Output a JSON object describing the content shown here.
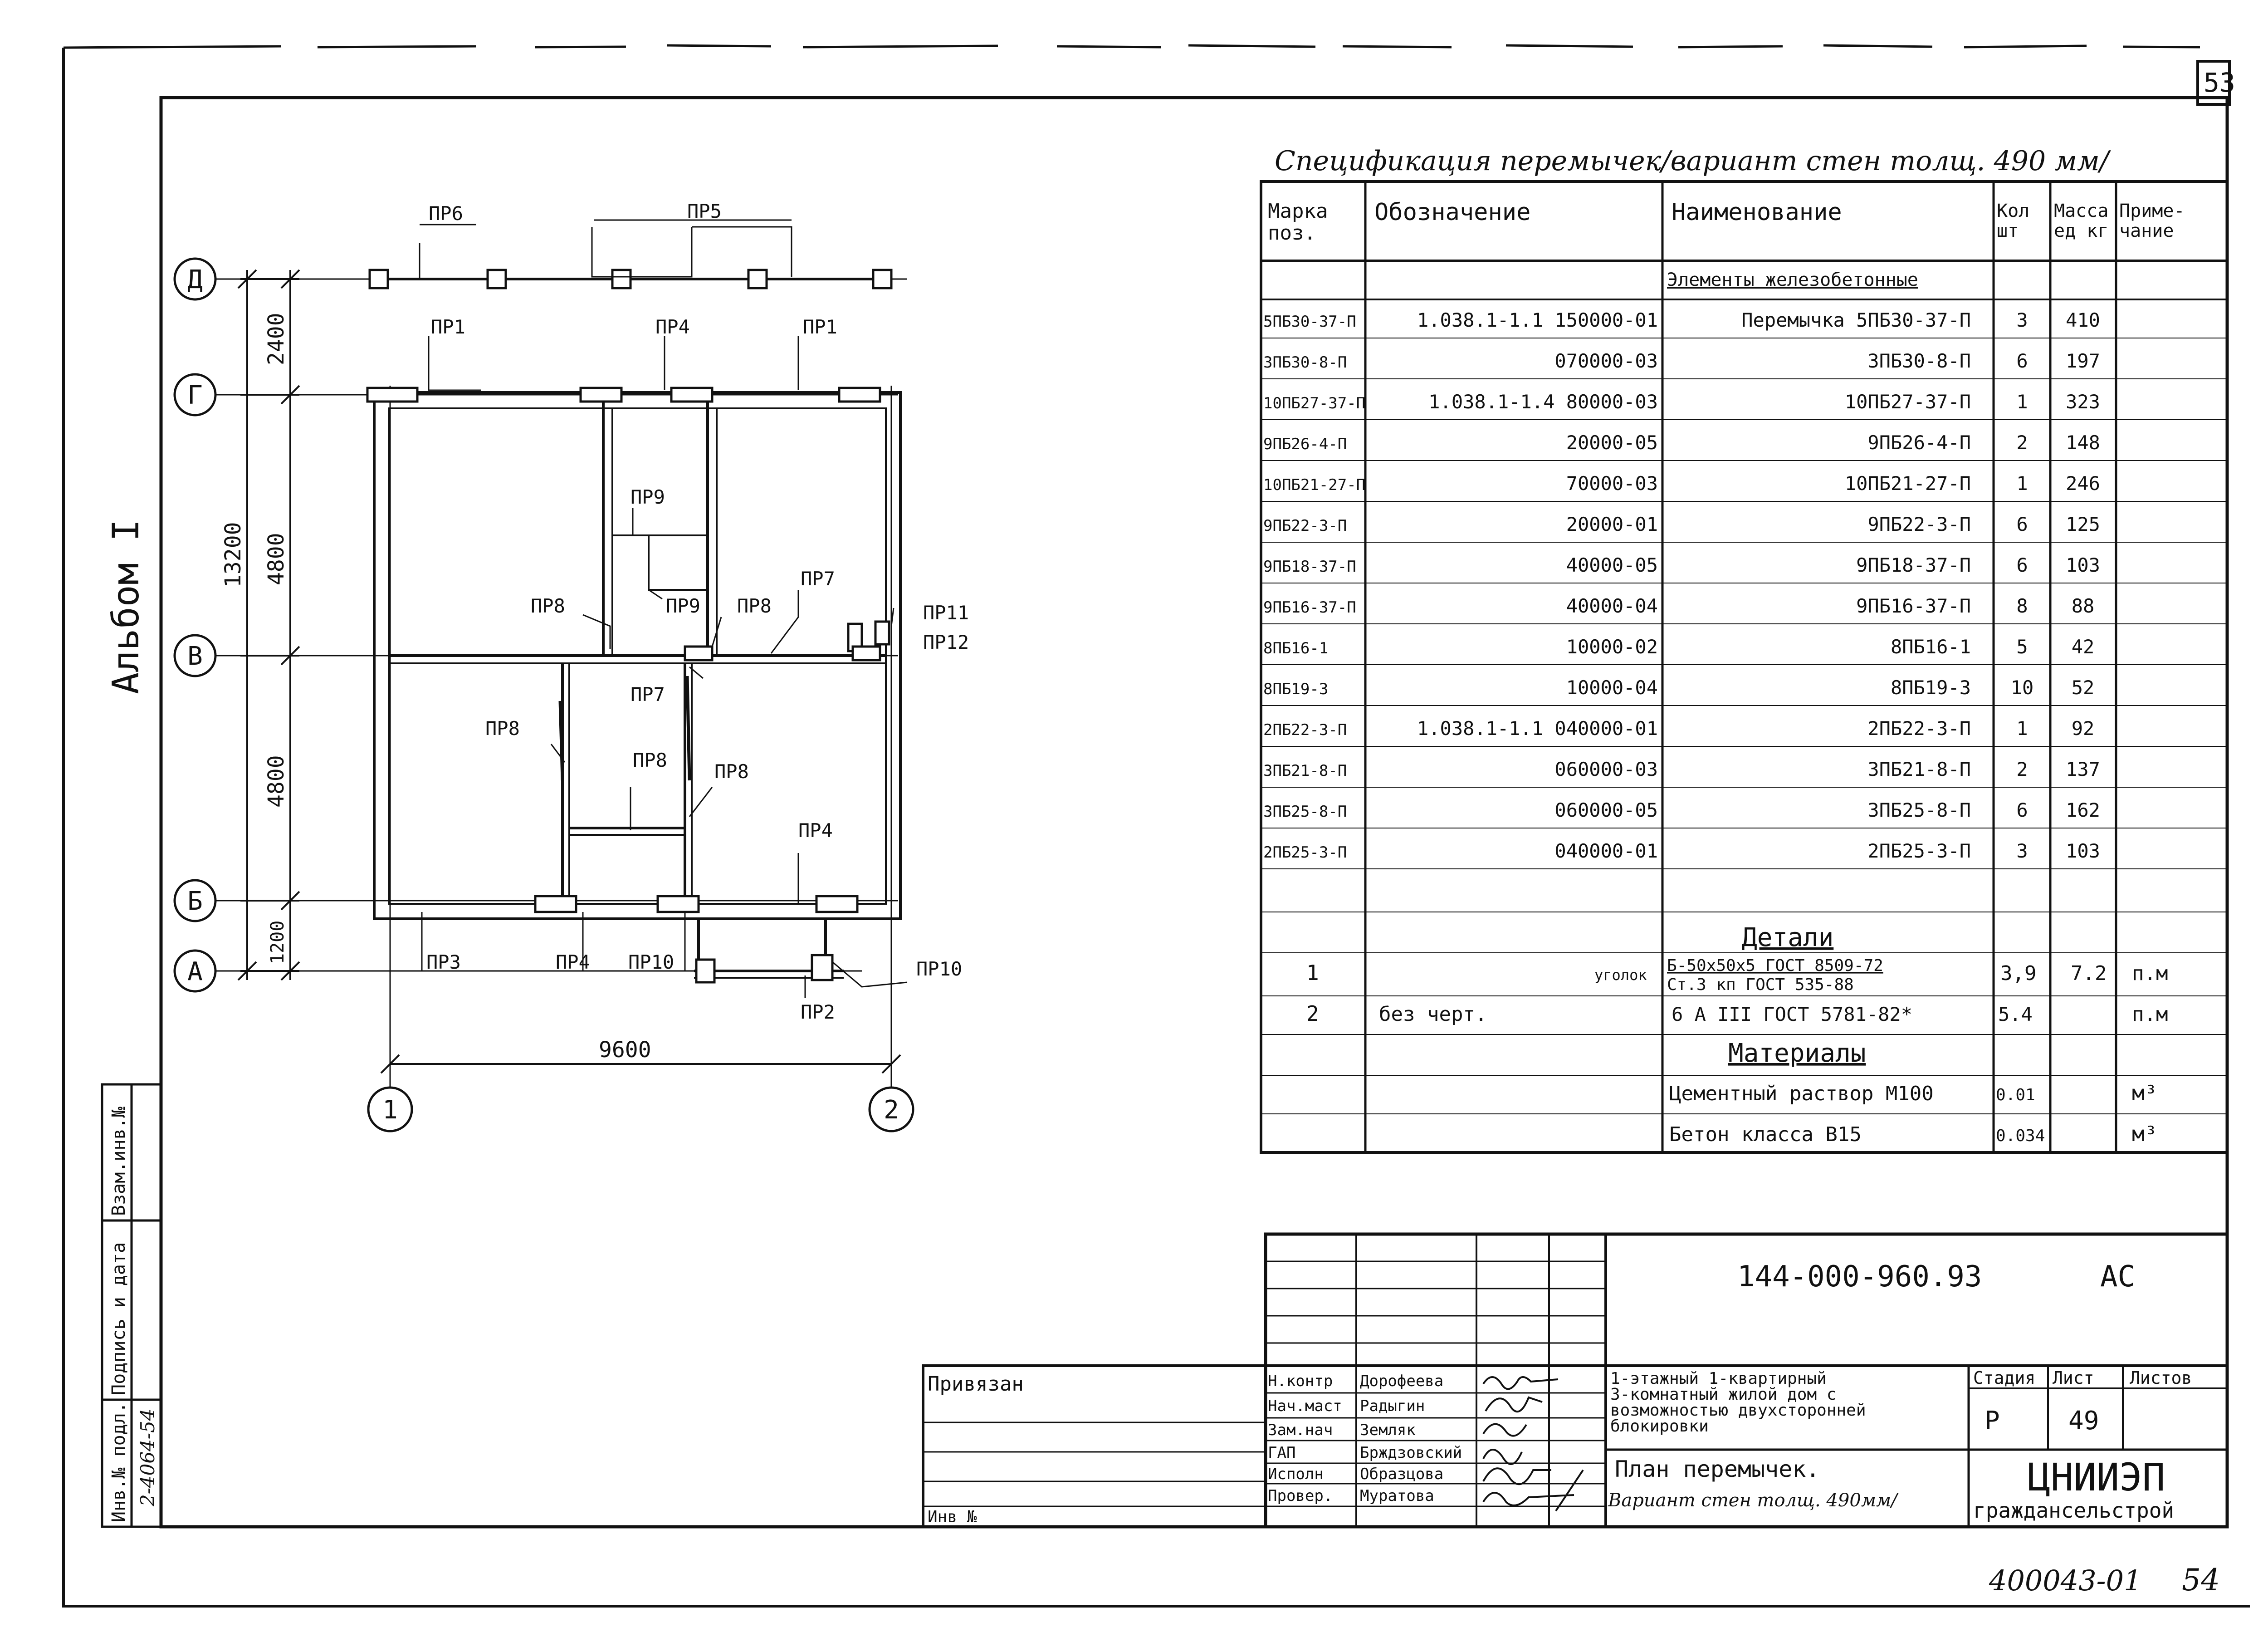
{
  "sheet": {
    "page_corner": "53",
    "album": "Альбом I",
    "bottom_stamp": "400043-01",
    "bottom_page": "54"
  },
  "plan": {
    "axes_letters": [
      "Д",
      "Г",
      "В",
      "Б",
      "А"
    ],
    "axes_numbers": [
      "1",
      "2"
    ],
    "dims_vertical": [
      "2400",
      "13200",
      "4800",
      "4800",
      "1200"
    ],
    "dim_horizontal": "9600",
    "labels": {
      "pr1a": "ПР1",
      "pr1b": "ПР1",
      "pr2": "ПР2",
      "pr3": "ПР3",
      "pr4a": "ПР4",
      "pr4b": "ПР4",
      "pr4c": "ПР4",
      "pr5": "ПР5",
      "pr6": "ПР6",
      "pr7a": "ПР7",
      "pr7b": "ПР7",
      "pr8a": "ПР8",
      "pr8b": "ПР8",
      "pr8c": "ПР8",
      "pr8d": "ПР8",
      "pr8e": "ПР8",
      "pr9a": "ПР9",
      "pr9b": "ПР9",
      "pr10a": "ПР10",
      "pr10b": "ПР10",
      "pr11": "ПР11",
      "pr12": "ПР12"
    }
  },
  "spec": {
    "title": "Спецификация перемычек/вариант стен толщ. 490 мм/",
    "headers": [
      "Марка поз.",
      "Обозначение",
      "Наименование",
      "Кол шт",
      "Масса ед кг",
      "Приме- чание"
    ],
    "section_elements": "Элементы железобетонные",
    "rows": [
      {
        "mark": "5ПБ30-37-П",
        "desig": "1.038.1-1.1 150000-01",
        "name": "Перемычка 5ПБ30-37-П",
        "qty": "3",
        "mass": "410",
        "note": ""
      },
      {
        "mark": "3ПБ30-8-П",
        "desig": "070000-03",
        "name": "3ПБ30-8-П",
        "qty": "6",
        "mass": "197",
        "note": ""
      },
      {
        "mark": "10ПБ27-37-П",
        "desig": "1.038.1-1.4 80000-03",
        "name": "10ПБ27-37-П",
        "qty": "1",
        "mass": "323",
        "note": ""
      },
      {
        "mark": "9ПБ26-4-П",
        "desig": "20000-05",
        "name": "9ПБ26-4-П",
        "qty": "2",
        "mass": "148",
        "note": ""
      },
      {
        "mark": "10ПБ21-27-П",
        "desig": "70000-03",
        "name": "10ПБ21-27-П",
        "qty": "1",
        "mass": "246",
        "note": ""
      },
      {
        "mark": "9ПБ22-3-П",
        "desig": "20000-01",
        "name": "9ПБ22-3-П",
        "qty": "6",
        "mass": "125",
        "note": ""
      },
      {
        "mark": "9ПБ18-37-П",
        "desig": "40000-05",
        "name": "9ПБ18-37-П",
        "qty": "6",
        "mass": "103",
        "note": ""
      },
      {
        "mark": "9ПБ16-37-П",
        "desig": "40000-04",
        "name": "9ПБ16-37-П",
        "qty": "8",
        "mass": "88",
        "note": ""
      },
      {
        "mark": "8ПБ16-1",
        "desig": "10000-02",
        "name": "8ПБ16-1",
        "qty": "5",
        "mass": "42",
        "note": ""
      },
      {
        "mark": "8ПБ19-3",
        "desig": "10000-04",
        "name": "8ПБ19-3",
        "qty": "10",
        "mass": "52",
        "note": ""
      },
      {
        "mark": "2ПБ22-3-П",
        "desig": "1.038.1-1.1 040000-01",
        "name": "2ПБ22-3-П",
        "qty": "1",
        "mass": "92",
        "note": ""
      },
      {
        "mark": "3ПБ21-8-П",
        "desig": "060000-03",
        "name": "3ПБ21-8-П",
        "qty": "2",
        "mass": "137",
        "note": ""
      },
      {
        "mark": "3ПБ25-8-П",
        "desig": "060000-05",
        "name": "3ПБ25-8-П",
        "qty": "6",
        "mass": "162",
        "note": ""
      },
      {
        "mark": "2ПБ25-3-П",
        "desig": "040000-01",
        "name": "2ПБ25-3-П",
        "qty": "3",
        "mass": "103",
        "note": ""
      }
    ],
    "section_details": "Детали",
    "detail_rows": [
      {
        "mark": "1",
        "desig": "уголок",
        "name_top": "Б-50x50x5 ГОСТ 8509-72",
        "name_bottom": "Ст.3 кп ГОСТ 535-88",
        "qty": "3,9",
        "mass": "7.2",
        "note": "п.м"
      },
      {
        "mark": "2",
        "desig": "без черт.",
        "name": "6 А III ГОСТ 5781-82*",
        "qty": "5.4",
        "mass": "",
        "note": "п.м"
      }
    ],
    "section_materials": "Материалы",
    "material_rows": [
      {
        "name": "Цементный раствор М100",
        "qty": "0.01",
        "note": "м³"
      },
      {
        "name": "Бетон класса В15",
        "qty": "0.034",
        "note": "м³"
      }
    ]
  },
  "titleblock": {
    "code": "144-000-960.93",
    "mark": "АС",
    "building": "1-этажный 1-квартирный 3-комнатный жилой дом с возможностью двухсторонней блокировки",
    "building_lines": [
      "1-этажный 1-квартирный",
      "3-комнатный жилой дом с",
      "возможностью двухсторонней",
      "блокировки"
    ],
    "sheet_title_lines": [
      "План перемычек.",
      "Вариант стен толщ. 490мм/"
    ],
    "stage_label": "Стадия",
    "sheet_label": "Лист",
    "sheets_label": "Листов",
    "stage": "Р",
    "sheet": "49",
    "sheets": "",
    "org_lines": [
      "ЦНИИЭП",
      "граждансельстрой"
    ],
    "signatures": [
      {
        "role": "Н.контр",
        "name": "Дорофеева"
      },
      {
        "role": "Нач.маст",
        "name": "Радыгин"
      },
      {
        "role": "Зам.нач",
        "name": "Земляк"
      },
      {
        "role": "ГАП",
        "name": "Брждзовский"
      },
      {
        "role": "Исполн",
        "name": "Образцова"
      },
      {
        "role": "Провер.",
        "name": "Муратова"
      }
    ],
    "privyazan": "Привязан",
    "inv_no": "Инв №"
  },
  "sidebar": {
    "labels": [
      "Инв.№ подл.",
      "Подпись и дата",
      "Взам.инв.№"
    ],
    "inv_value": "2-4064-54"
  }
}
